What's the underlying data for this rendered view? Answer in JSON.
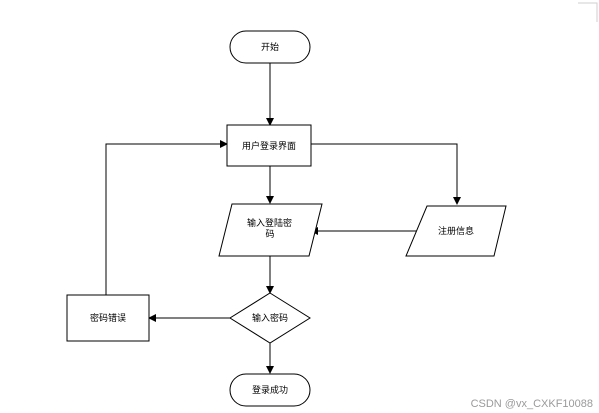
{
  "nodes": {
    "start": "开始",
    "login_page": "用户登录界面",
    "input_credentials": [
      "输入登陆密",
      "码"
    ],
    "register_info": "注册信息",
    "check_password": "输入密码",
    "password_error": "密码错误",
    "login_success": "登录成功"
  },
  "watermark": "CSDN @vx_CXKF10088"
}
